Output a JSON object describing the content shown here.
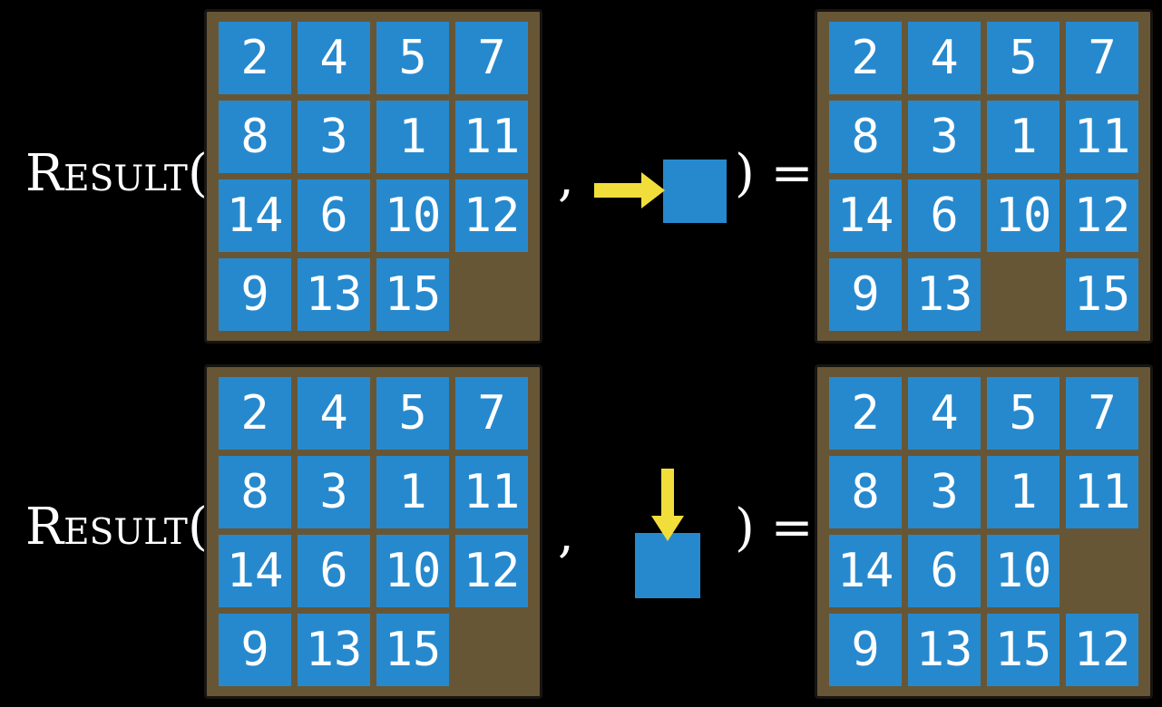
{
  "colors": {
    "background": "#000000",
    "board": "#675636",
    "board_border": "#181512",
    "tile": "#2689CE",
    "tile_text": "#FFFFFF",
    "arrow": "#F2DE3B",
    "label_text": "#FFFFFF"
  },
  "rows": [
    {
      "function_label": "Result",
      "open_paren": "(",
      "comma": ",",
      "action": {
        "icon": "arrow-right-into-blank-tile",
        "direction": "right"
      },
      "close_paren_equals": ") =",
      "input_board": [
        [
          2,
          4,
          5,
          7
        ],
        [
          8,
          3,
          1,
          11
        ],
        [
          14,
          6,
          10,
          12
        ],
        [
          9,
          13,
          15,
          null
        ]
      ],
      "output_board": [
        [
          2,
          4,
          5,
          7
        ],
        [
          8,
          3,
          1,
          11
        ],
        [
          14,
          6,
          10,
          12
        ],
        [
          9,
          13,
          null,
          15
        ]
      ]
    },
    {
      "function_label": "Result",
      "open_paren": "(",
      "comma": ",",
      "action": {
        "icon": "arrow-down-into-blank-tile",
        "direction": "down"
      },
      "close_paren_equals": ") =",
      "input_board": [
        [
          2,
          4,
          5,
          7
        ],
        [
          8,
          3,
          1,
          11
        ],
        [
          14,
          6,
          10,
          12
        ],
        [
          9,
          13,
          15,
          null
        ]
      ],
      "output_board": [
        [
          2,
          4,
          5,
          7
        ],
        [
          8,
          3,
          1,
          11
        ],
        [
          14,
          6,
          10,
          null
        ],
        [
          9,
          13,
          15,
          12
        ]
      ]
    }
  ]
}
